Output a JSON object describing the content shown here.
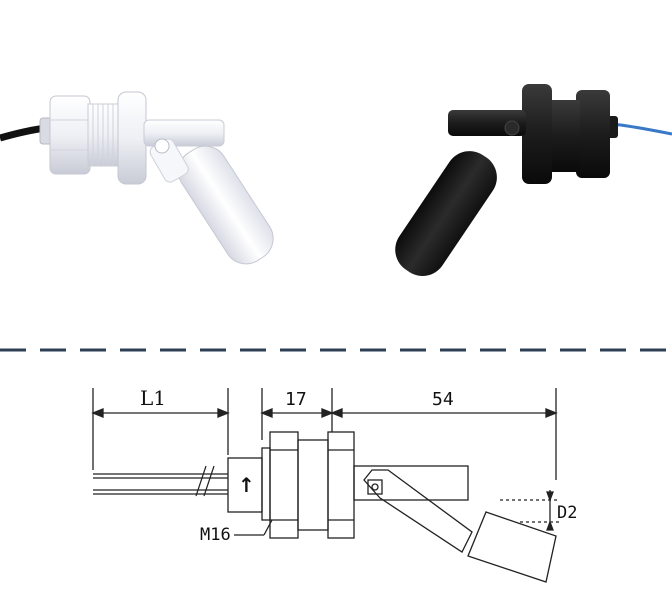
{
  "photos": {
    "white_switch": {
      "description_color": "#f1f1f3",
      "cable_color": "#111111"
    },
    "black_switch": {
      "description_color": "#1b1b1b",
      "cable_color": "#3a78c8"
    }
  },
  "divider": {
    "color": "#2d3f55"
  },
  "drawing": {
    "labels": {
      "l1": "L1",
      "seventeen": "17",
      "fiftyfour": "54",
      "m16": "M16",
      "d2": "D2",
      "arrow": "↑"
    }
  }
}
